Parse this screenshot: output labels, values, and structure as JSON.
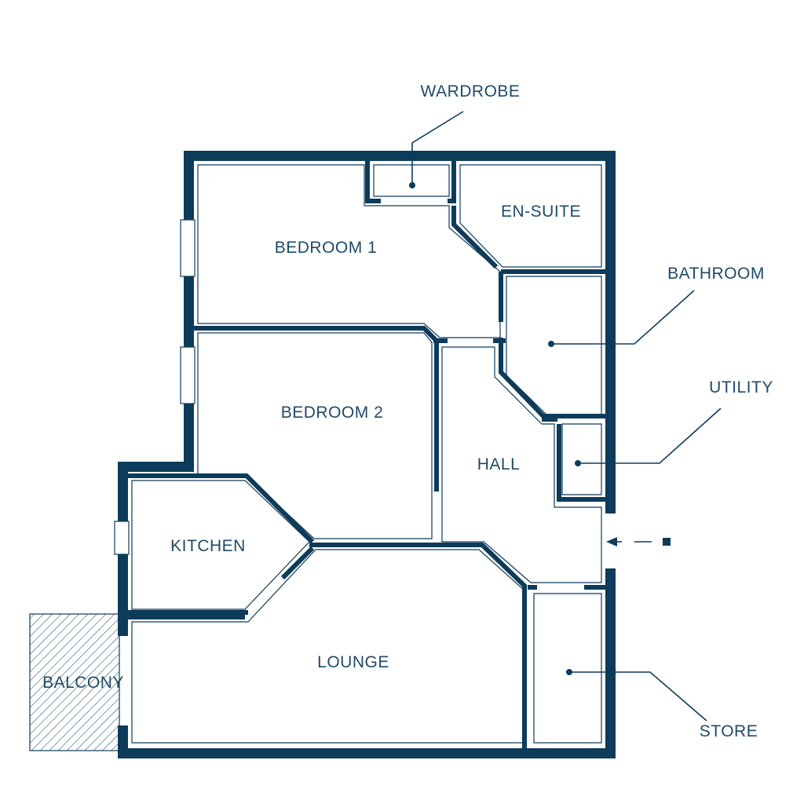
{
  "rooms": {
    "wardrobe": "WARDROBE",
    "en_suite": "EN-SUITE",
    "bedroom_1": "BEDROOM 1",
    "bathroom": "BATHROOM",
    "utility": "UTILITY",
    "bedroom_2": "BEDROOM 2",
    "hall": "HALL",
    "kitchen": "KITCHEN",
    "lounge": "LOUNGE",
    "balcony": "BALCONY",
    "store": "STORE"
  },
  "colors": {
    "wall": "#0d3b5a",
    "label": "#1f4a69",
    "background": "#ffffff"
  },
  "icons": {
    "entrance": "entrance-arrow-icon"
  }
}
